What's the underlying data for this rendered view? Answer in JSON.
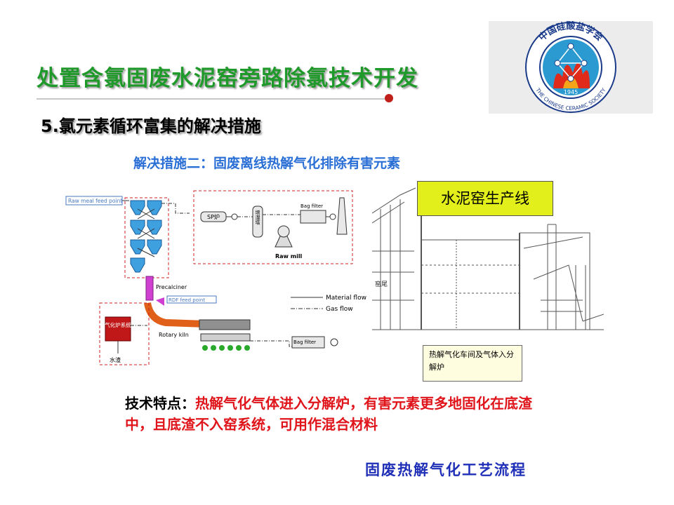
{
  "slide": {
    "title": "处置含氯固废水泥窑旁路除氯技术开发",
    "subtitle": "5.氯元素循环富集的解决措施",
    "measure": "解决措施二：固废离线热解气化排除有害元素",
    "feature_label": "技术特点：",
    "feature_text": "热解气化气体进入分解炉，有害元素更多地固化在底渣中，且底渣不入窑系统，可用作混合材料",
    "caption": "固废热解气化工艺流程"
  },
  "logo": {
    "ring_top": "中国硅酸盐学会",
    "ring_bottom": "THE CHINESE CERAMIC SOCIETY",
    "year": "1945"
  },
  "process_diagram": {
    "raw_meal_feed": "Raw meal feed point",
    "sp_furnace": "SP炉",
    "cooling_tower": "增湿塔",
    "bag_filter_top": "Bag filter",
    "raw_mill": "Raw mill",
    "precalciner": "Precalciner",
    "rdf_feed": "RDF feed point",
    "gasifier": "气化炉系统",
    "water_slag": "水渣",
    "rotary_kiln": "Rotary kiln",
    "bag_filter_bottom": "Bag filter",
    "legend_material": "Material flow",
    "legend_gas": "Gas flow"
  },
  "plant_drawing": {
    "label": "水泥窑生产线",
    "workshop_note": "热解气化车间及气体入分解炉",
    "side_text": "窑尾"
  },
  "colors": {
    "title_green": "#1f9a2a",
    "measure_blue": "#2a6fd6",
    "feature_red": "#e0151b",
    "caption_blue": "#1f2fb8",
    "label_yellow": "#e2ef1a"
  }
}
